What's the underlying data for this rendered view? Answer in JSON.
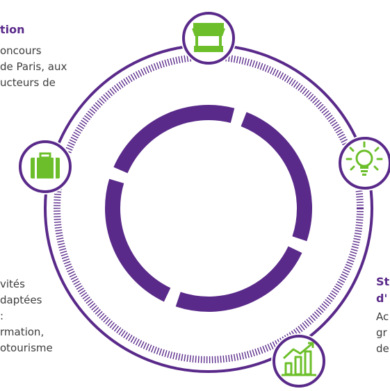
{
  "colors": {
    "purple": "#5a2a8a",
    "green": "#6cbf2a",
    "text": "#3d3d3d"
  },
  "icons": [
    "market-stall-icon",
    "lightbulb-icon",
    "growth-chart-icon",
    "briefcase-icon"
  ],
  "blocks": {
    "top_left": {
      "title": "tion",
      "lines": [
        "oncours",
        "de Paris, aux",
        "ucteurs de"
      ]
    },
    "bottom_left": {
      "lines": [
        "vités",
        "daptées",
        ":",
        "rmation,",
        "otourisme"
      ]
    },
    "right": {
      "title_lines": [
        "St",
        "d'"
      ],
      "lines": [
        "Ac",
        "gr",
        "de"
      ]
    }
  }
}
